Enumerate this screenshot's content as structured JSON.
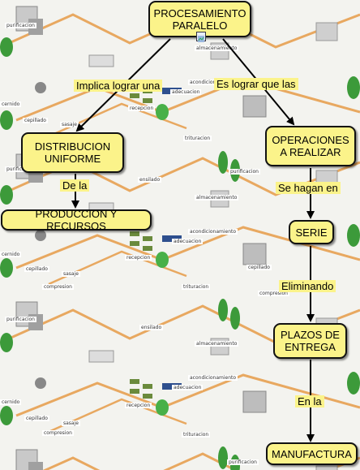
{
  "nodes": {
    "procesamiento": "PROCESAMIENTO\nPARALELO",
    "distribucion": "DISTRIBUCION\nUNIFORME",
    "produccion": "PRODUCCION Y RECURSOS",
    "operaciones": "OPERACIONES\nA REALIZAR",
    "serie": "SERIE",
    "plazos": "PLAZOS DE\nENTREGA",
    "manufactura": "MANUFACTURA"
  },
  "links": {
    "implica": "Implica lograr una",
    "es_lograr": "Es lograr que las",
    "de_la": "De la",
    "se_hagan": "Se hagan en",
    "eliminando": "Eliminando",
    "en_la": "En la"
  },
  "background_labels": [
    "purificacion",
    "almacenamiento",
    "acondicionamiento",
    "adecuacion",
    "cernido",
    "cepillado",
    "sasaje",
    "recepcion",
    "trituracion",
    "ensilado",
    "compresion"
  ]
}
